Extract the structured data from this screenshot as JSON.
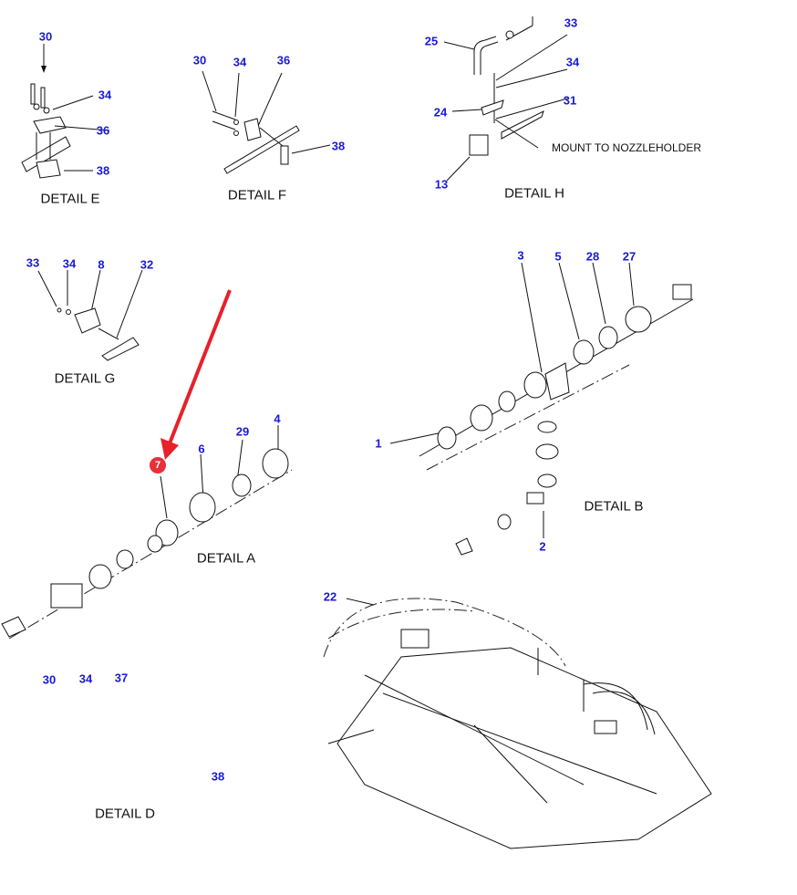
{
  "diagram": {
    "type": "exploded parts diagram",
    "details": [
      {
        "id": "E",
        "title": "DETAIL E",
        "callouts": [
          "30",
          "34",
          "36",
          "38"
        ]
      },
      {
        "id": "F",
        "title": "DETAIL F",
        "callouts": [
          "30",
          "34",
          "36",
          "38"
        ]
      },
      {
        "id": "H",
        "title": "DETAIL H",
        "callouts": [
          "25",
          "33",
          "34",
          "24",
          "31",
          "13"
        ],
        "note": "MOUNT TO NOZZLEHOLDER"
      },
      {
        "id": "G",
        "title": "DETAIL G",
        "callouts": [
          "33",
          "34",
          "8",
          "32"
        ]
      },
      {
        "id": "B",
        "title": "DETAIL B",
        "callouts": [
          "3",
          "5",
          "28",
          "27",
          "1",
          "2"
        ]
      },
      {
        "id": "A",
        "title": "DETAIL A",
        "callouts": [
          "6",
          "29",
          "4"
        ]
      },
      {
        "id": "D",
        "title": "DETAIL D",
        "callouts": [
          "30",
          "34",
          "37",
          "38"
        ]
      },
      {
        "id": "main",
        "title": "",
        "callouts": [
          "22"
        ]
      }
    ],
    "highlight": {
      "label": "7",
      "color": "#e8303a",
      "arrow_color": "#e8202a"
    },
    "callout_color": "#1a1ad6"
  }
}
